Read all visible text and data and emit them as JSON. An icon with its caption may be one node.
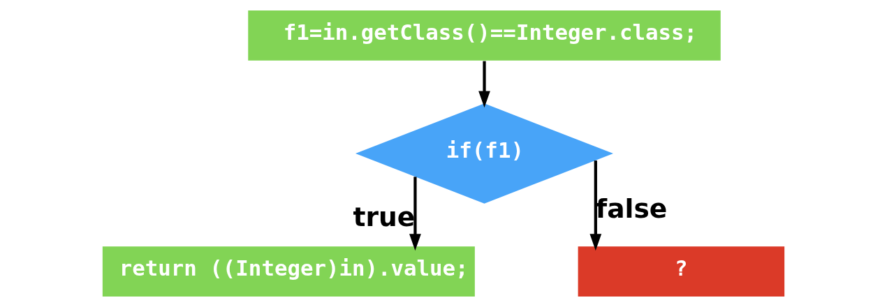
{
  "diagram": {
    "nodes": [
      {
        "text": [
          "f1=in.getClass()==Integer.class;"
        ]
      },
      {
        "text": [
          "if(f1)"
        ]
      },
      {
        "text": [
          "return ((Integer)in).value;"
        ]
      },
      {
        "text": [
          "?"
        ]
      }
    ],
    "edges": [
      {
        "from": 0,
        "to": 1,
        "arrow": "to"
      },
      {
        "from": 1,
        "to": 2,
        "arrow": "to",
        "label": "true"
      },
      {
        "from": 1,
        "to": 3,
        "arrow": "to",
        "label": "false"
      }
    ]
  }
}
